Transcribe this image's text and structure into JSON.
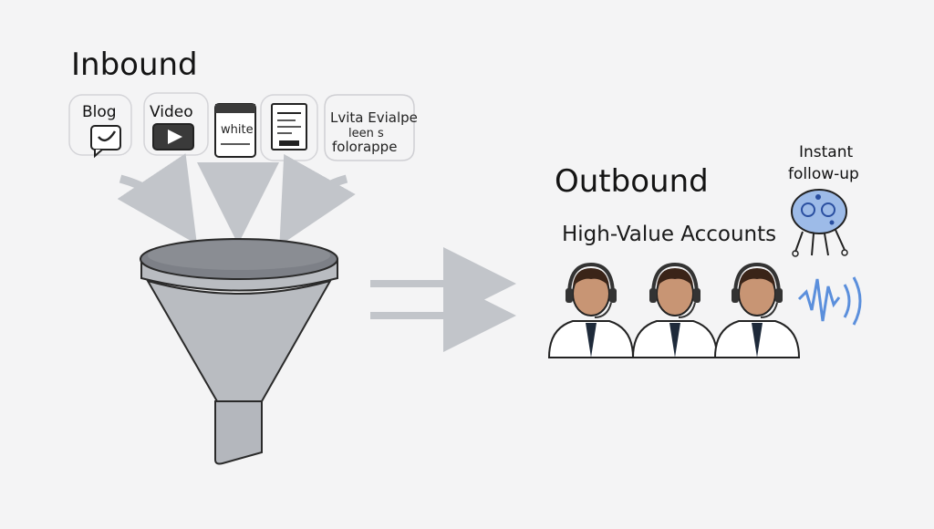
{
  "inbound": {
    "title": "Inbound",
    "sources": [
      {
        "label": "Blog",
        "icon": "chat-bubble-icon"
      },
      {
        "label": "Video",
        "icon": "play-icon"
      },
      {
        "label": "white",
        "icon": "document-icon"
      },
      {
        "label": "",
        "icon": "report-icon"
      },
      {
        "label": "Lvita Evialpe leen s folorappe",
        "icon": "speech-bubble-icon"
      }
    ]
  },
  "outbound": {
    "title": "Outbound",
    "accounts_label": "High-Value Accounts",
    "instant_label_line1": "Instant",
    "instant_label_line2": "follow-up"
  },
  "garbled": {
    "line1": "Lvita Evialpe",
    "line2": "leen s",
    "line3": "folorappe"
  },
  "colors": {
    "background": "#f4f4f5",
    "funnel": "#b9bcc1",
    "arrow": "#c2c5ca",
    "accent_blue": "#5b8fdc",
    "skin": "#c89574"
  }
}
